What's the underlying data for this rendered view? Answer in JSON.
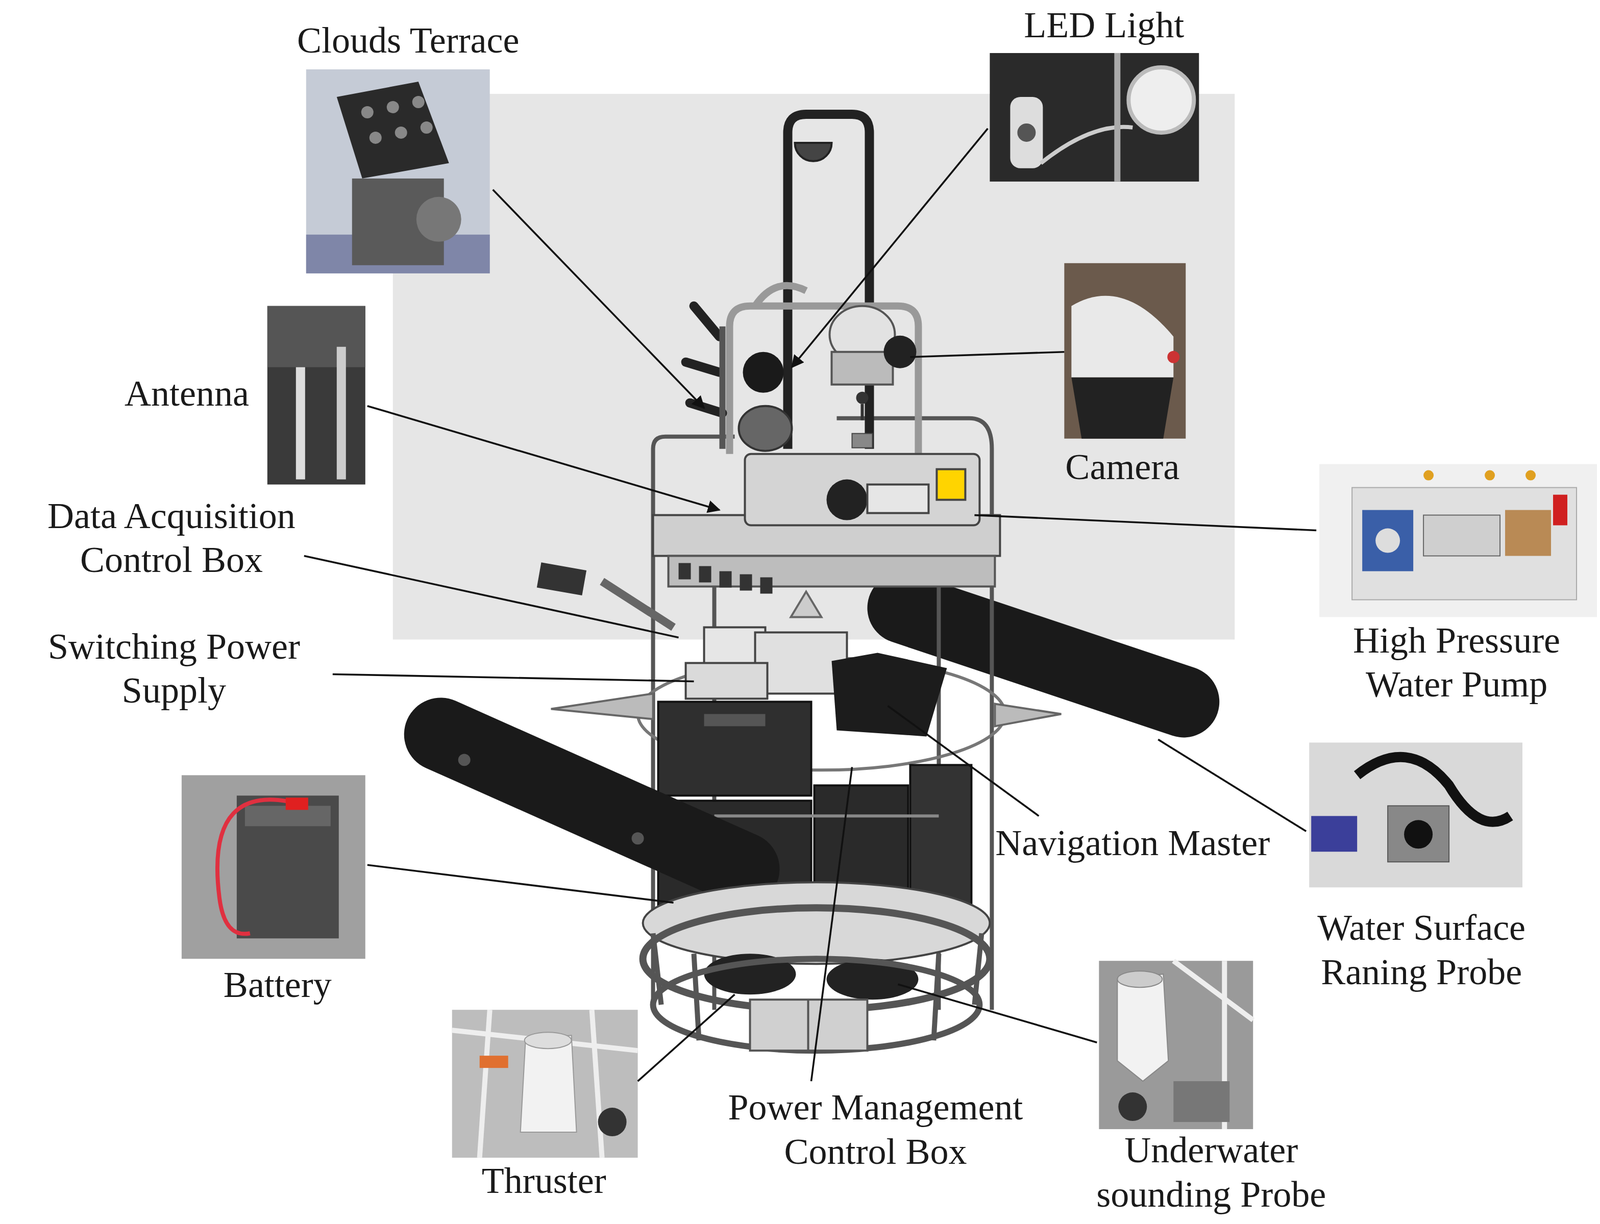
{
  "diagram": {
    "labels": [
      "Clouds Terrace",
      "LED Light",
      "Antenna",
      "Camera",
      "Data Acquisition Control Box",
      "High Pressure Water Pump",
      "Switching Power Supply",
      "Navigation Master",
      "Water Surface Raning Probe",
      "Battery",
      "Thruster",
      "Power Management Control Box",
      "Underwater sounding Probe"
    ]
  }
}
